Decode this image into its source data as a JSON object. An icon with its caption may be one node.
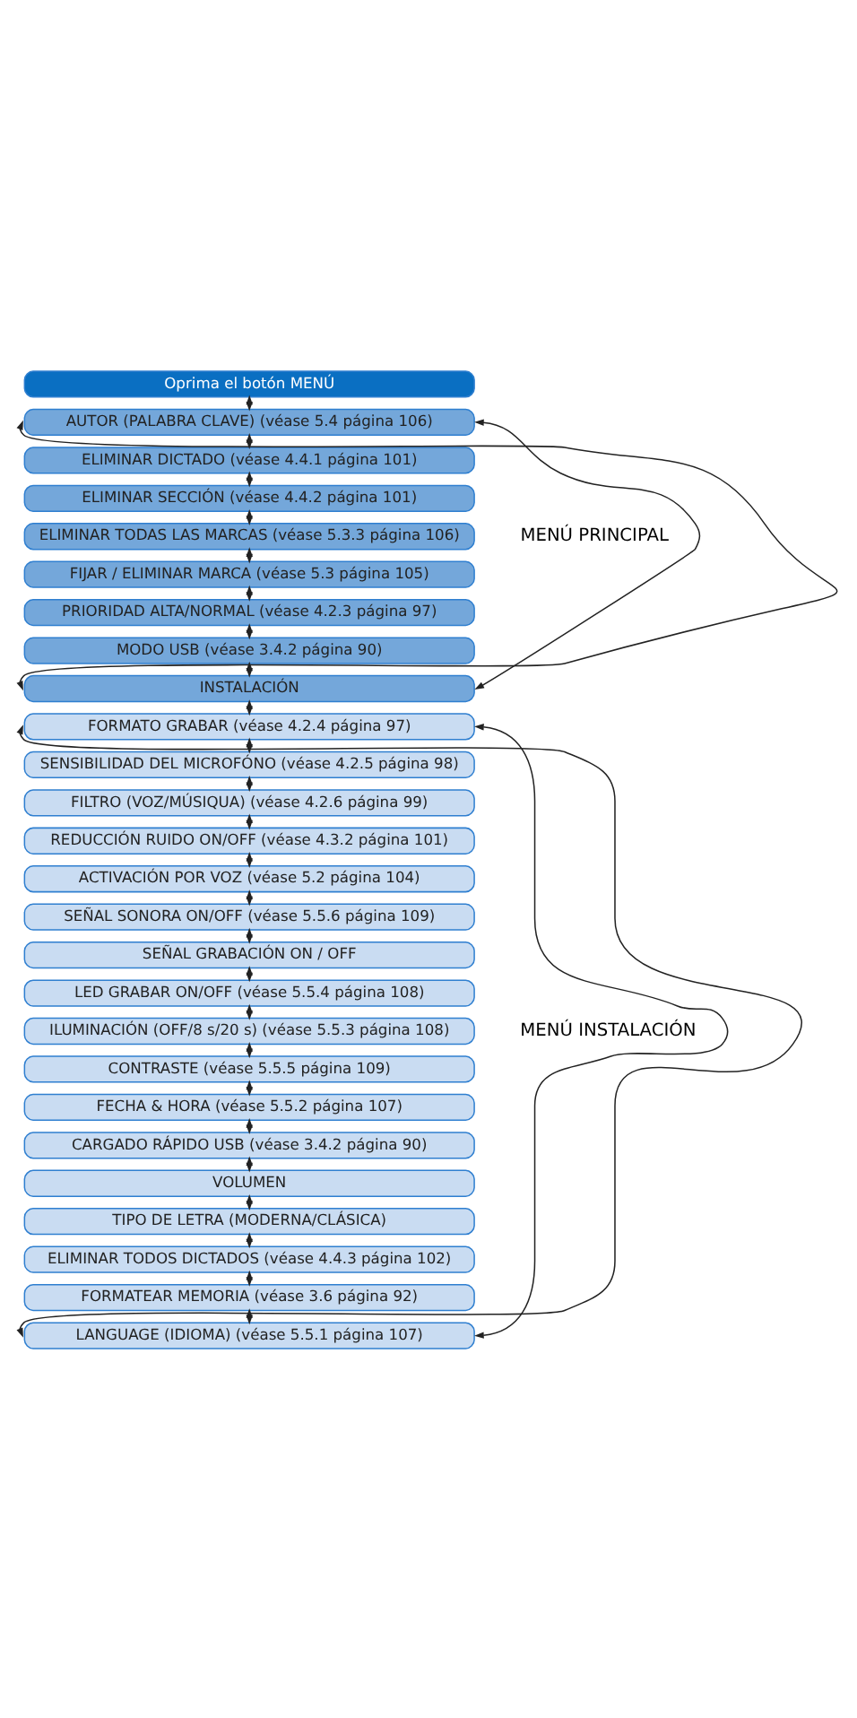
{
  "diagram": {
    "nodes": [
      {
        "text": [
          "Oprima el botón MENÚ"
        ]
      },
      {
        "text": [
          "AUTOR (PALABRA CLAVE) (véase 5.4 página 106)"
        ]
      },
      {
        "text": [
          "ELIMINAR DICTADO (véase 4.4.1 página 101)"
        ]
      },
      {
        "text": [
          "ELIMINAR SECCIÓN (véase 4.4.2 página 101)"
        ]
      },
      {
        "text": [
          "ELIMINAR TODAS LAS MARCAS (véase 5.3.3 página 106)"
        ]
      },
      {
        "text": [
          "FIJAR / ELIMINAR MARCA (véase 5.3 página 105)"
        ]
      },
      {
        "text": [
          "PRIORIDAD ALTA/NORMAL (véase 4.2.3 página 97)"
        ]
      },
      {
        "text": [
          "MODO USB (véase 3.4.2 página 90)"
        ]
      },
      {
        "text": [
          "INSTALACIÓN"
        ]
      },
      {
        "text": [
          "FORMATO GRABAR (véase 4.2.4 página 97)"
        ]
      },
      {
        "text": [
          "SENSIBILIDAD DEL MICROFÓNO (véase 4.2.5 página 98)"
        ]
      },
      {
        "text": [
          "FILTRO (VOZ/MÚSIQUA) (véase 4.2.6 página 99)"
        ]
      },
      {
        "text": [
          "REDUCCIÓN RUIDO ON/OFF (véase 4.3.2 página 101)"
        ]
      },
      {
        "text": [
          "ACTIVACIÓN POR VOZ (véase 5.2 página 104)"
        ]
      },
      {
        "text": [
          "SEÑAL SONORA ON/OFF (véase 5.5.6 página 109)"
        ]
      },
      {
        "text": [
          "SEÑAL GRABACIÓN ON / OFF"
        ]
      },
      {
        "text": [
          "LED GRABAR ON/OFF (véase 5.5.4 página 108)"
        ]
      },
      {
        "text": [
          "ILUMINACIÓN (OFF/8 s/20 s) (véase 5.5.3 página 108)"
        ]
      },
      {
        "text": [
          "CONTRASTE (véase 5.5.5 página 109)"
        ]
      },
      {
        "text": [
          "FECHA & HORA (véase 5.5.2 página 107)"
        ]
      },
      {
        "text": [
          "CARGADO RÁPIDO USB (véase 3.4.2 página 90)"
        ]
      },
      {
        "text": [
          "VOLUMEN"
        ]
      },
      {
        "text": [
          "TIPO DE LETRA (MODERNA/CLÁSICA)"
        ]
      },
      {
        "text": [
          "ELIMINAR TODOS DICTADOS (véase 4.4.3 página 102)"
        ]
      },
      {
        "text": [
          "FORMATEAR MEMORIA (véase 3.6 página 92)"
        ]
      },
      {
        "text": [
          "LANGUAGE (IDIOMA) (véase 5.5.1 página 107)"
        ]
      }
    ],
    "edges": [
      {
        "from": 0,
        "to": 1,
        "arrow": "both"
      },
      {
        "from": 1,
        "to": 2,
        "arrow": "both"
      },
      {
        "from": 2,
        "to": 3,
        "arrow": "both"
      },
      {
        "from": 3,
        "to": 4,
        "arrow": "both"
      },
      {
        "from": 4,
        "to": 5,
        "arrow": "both"
      },
      {
        "from": 5,
        "to": 6,
        "arrow": "both"
      },
      {
        "from": 6,
        "to": 7,
        "arrow": "both"
      },
      {
        "from": 7,
        "to": 8,
        "arrow": "both"
      },
      {
        "from": 8,
        "to": 9,
        "arrow": "both"
      },
      {
        "from": 9,
        "to": 10,
        "arrow": "both"
      },
      {
        "from": 10,
        "to": 11,
        "arrow": "both"
      },
      {
        "from": 11,
        "to": 12,
        "arrow": "both"
      },
      {
        "from": 12,
        "to": 13,
        "arrow": "both"
      },
      {
        "from": 13,
        "to": 14,
        "arrow": "both"
      },
      {
        "from": 14,
        "to": 15,
        "arrow": "both"
      },
      {
        "from": 15,
        "to": 16,
        "arrow": "both"
      },
      {
        "from": 16,
        "to": 17,
        "arrow": "both"
      },
      {
        "from": 17,
        "to": 18,
        "arrow": "both"
      },
      {
        "from": 18,
        "to": 19,
        "arrow": "both"
      },
      {
        "from": 19,
        "to": 20,
        "arrow": "both"
      },
      {
        "from": 20,
        "to": 21,
        "arrow": "both"
      },
      {
        "from": 21,
        "to": 22,
        "arrow": "both"
      },
      {
        "from": 22,
        "to": 23,
        "arrow": "both"
      },
      {
        "from": 23,
        "to": 24,
        "arrow": "both"
      },
      {
        "from": 24,
        "to": 25,
        "arrow": "both"
      },
      {
        "from": 8,
        "to": 1,
        "arrow": "both"
      },
      {
        "from": 1,
        "to": 8,
        "arrow": "both"
      },
      {
        "from": 25,
        "to": 9,
        "arrow": "both"
      },
      {
        "from": 9,
        "to": 25,
        "arrow": "both"
      }
    ],
    "labels": [
      "MENÚ PRINCIPAL",
      "MENÚ INSTALACIÓN"
    ]
  }
}
